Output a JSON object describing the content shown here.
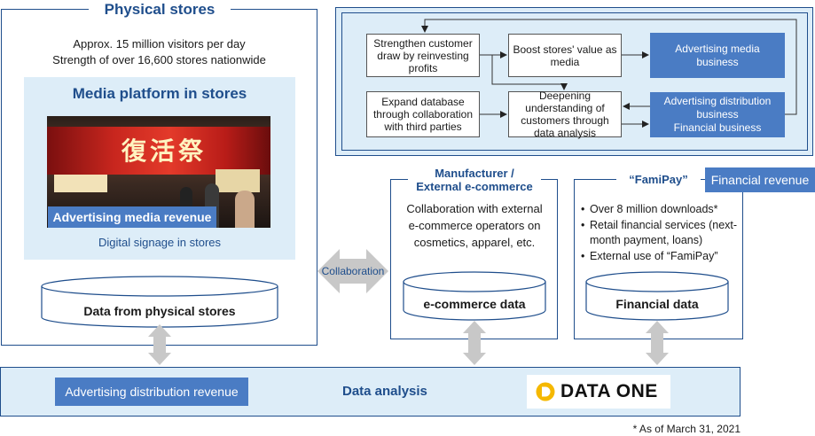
{
  "physical": {
    "title": "Physical stores",
    "line1": "Approx. 15 million visitors per day",
    "line2": "Strength of over 16,600 stores nationwide",
    "media_title": "Media platform in stores",
    "ad_media_revenue": "Advertising media revenue",
    "signage_caption": "Digital signage in stores",
    "signage_overlay": "復活祭",
    "data_label": "Data from physical stores"
  },
  "flow": {
    "strengthen": "Strengthen customer draw by reinvesting profits",
    "boost": "Boost stores' value as media",
    "ad_media_business": "Advertising media business",
    "expand": "Expand database through collaboration with third parties",
    "deepening": "Deepening understanding of customers through data analysis",
    "ad_dist_business": "Advertising distribution business",
    "financial_business": "Financial business"
  },
  "collaboration": "Collaboration",
  "manufacturer": {
    "title_line1": "Manufacturer /",
    "title_line2": "External e-commerce",
    "description": "Collaboration with external e-commerce operators on cosmetics, apparel, etc.",
    "data_label": "e-commerce data"
  },
  "famipay": {
    "title": "“FamiPay”",
    "revenue_badge": "Financial revenue",
    "bullets": [
      "Over 8 million downloads*",
      "Retail financial services (next-month payment, loans)",
      "External use of “FamiPay”"
    ],
    "data_label": "Financial data"
  },
  "analysis": {
    "ad_dist_revenue": "Advertising distribution revenue",
    "label": "Data analysis",
    "logo_text": "DATA ONE"
  },
  "footnote": "* As of March 31, 2021",
  "colors": {
    "navy": "#1f4e8c",
    "accent_blue": "#4a7cc4",
    "light_blue_bg": "#ddedf8",
    "arrow_gray": "#c8c8c8",
    "logo_yellow": "#f5b800"
  }
}
